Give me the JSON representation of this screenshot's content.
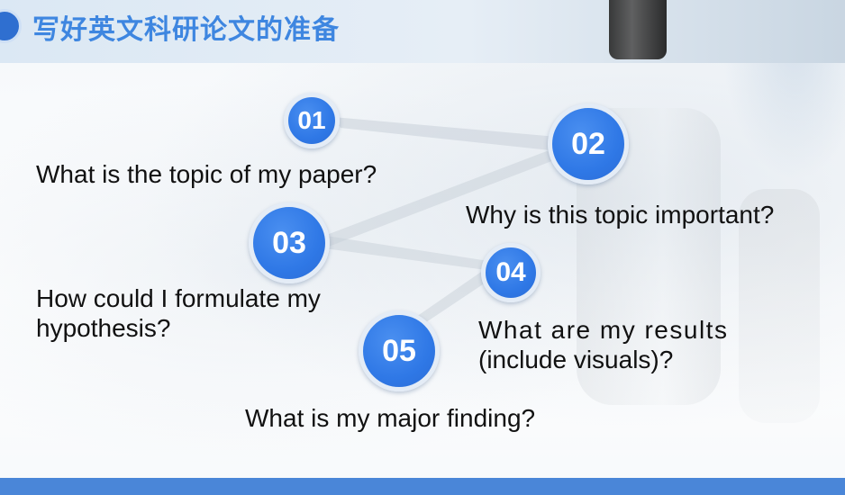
{
  "header": {
    "title": "写好英文科研论文的准备"
  },
  "items": [
    {
      "number": "01",
      "question": "What is the topic of my paper?"
    },
    {
      "number": "02",
      "question": "Why is this topic important?"
    },
    {
      "number": "03",
      "question_line1": "How could I formulate my",
      "question_line2": "hypothesis?"
    },
    {
      "number": "04",
      "question_line1": "What are my results",
      "question_line2": "(include visuals)?"
    },
    {
      "number": "05",
      "question": "What is my major finding?"
    }
  ],
  "colors": {
    "accent": "#2f78e6",
    "title": "#3e86e0",
    "footer": "#4a86d8"
  }
}
